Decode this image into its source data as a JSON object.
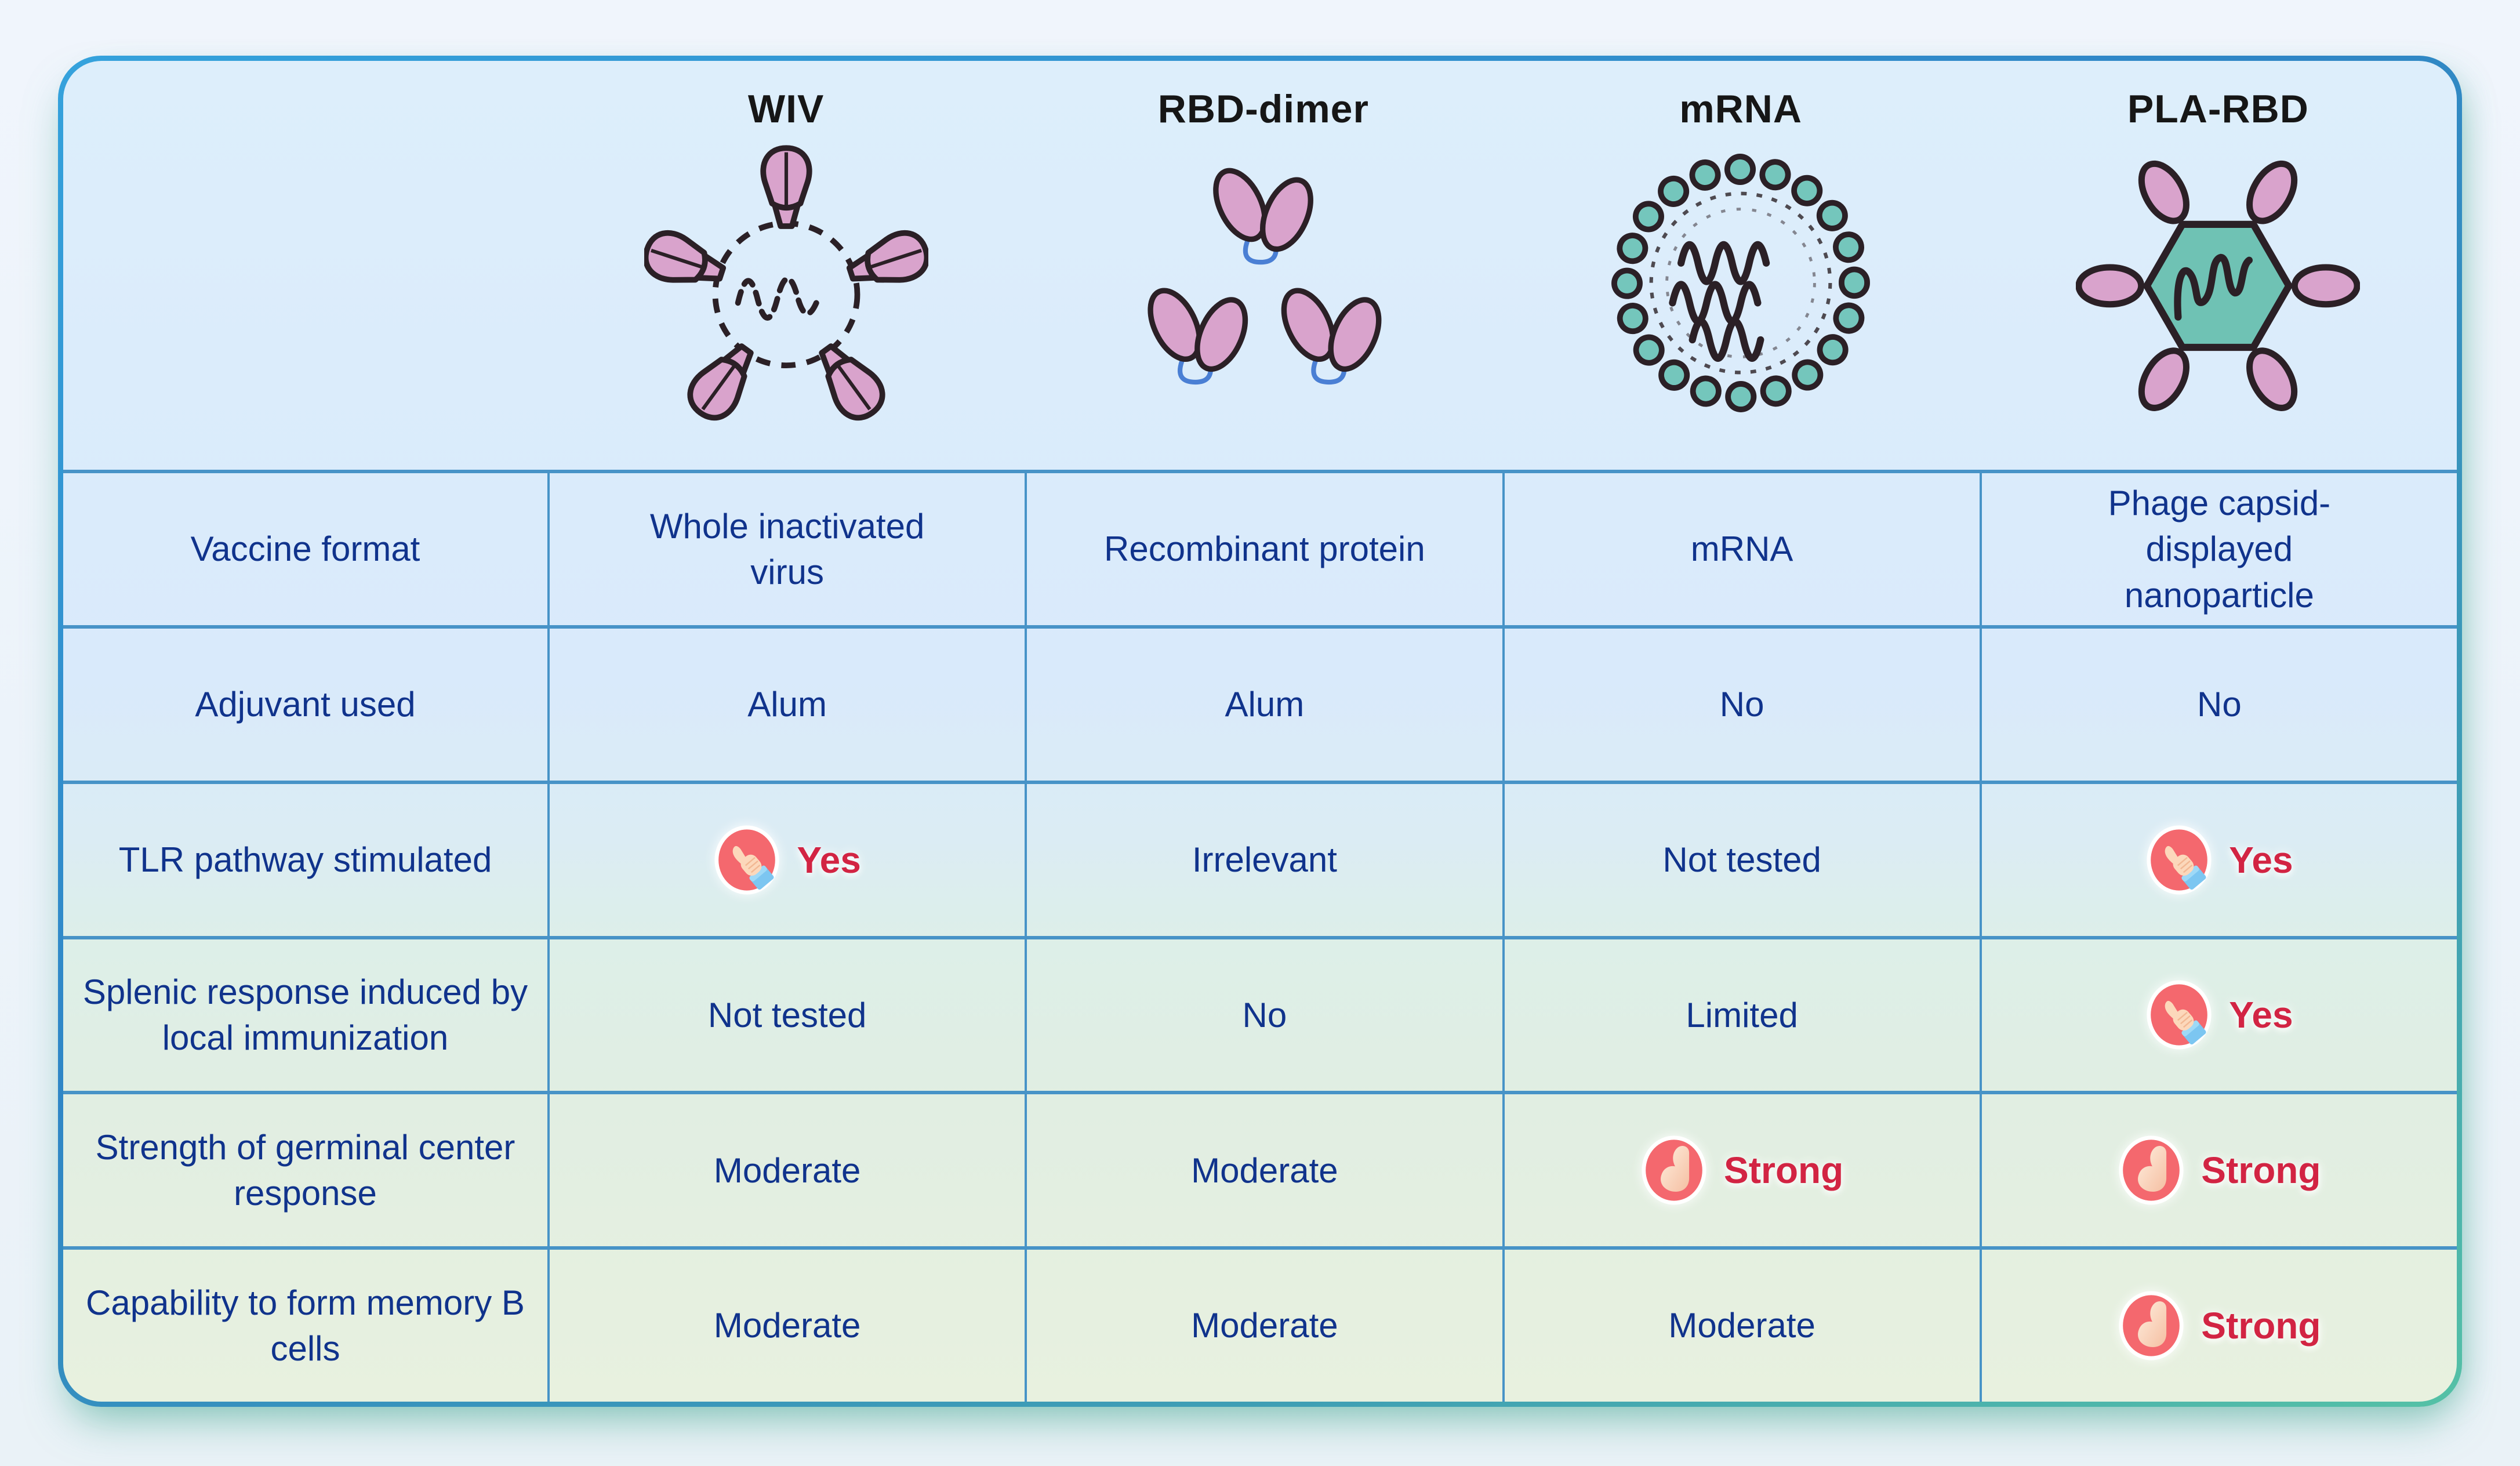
{
  "table": {
    "columns": [
      {
        "label": "WIV",
        "icon": "wiv-virion-icon"
      },
      {
        "label": "RBD-dimer",
        "icon": "rbd-dimer-icon"
      },
      {
        "label": "mRNA",
        "icon": "mrna-lnp-icon"
      },
      {
        "label": "PLA-RBD",
        "icon": "pla-rbd-nanoparticle-icon"
      }
    ],
    "rows": [
      {
        "label": "Vaccine format",
        "cells": [
          {
            "text": "Whole inactivated virus"
          },
          {
            "text": "Recombinant protein"
          },
          {
            "text": "mRNA"
          },
          {
            "text": "Phage capsid-displayed nanoparticle"
          }
        ]
      },
      {
        "label": "Adjuvant used",
        "cells": [
          {
            "text": "Alum"
          },
          {
            "text": "Alum"
          },
          {
            "text": "No"
          },
          {
            "text": "No"
          }
        ]
      },
      {
        "label": "TLR pathway stimulated",
        "cells": [
          {
            "text": "Yes",
            "icon": "thumbs-up",
            "emphasis": true
          },
          {
            "text": "Irrelevant"
          },
          {
            "text": "Not tested"
          },
          {
            "text": "Yes",
            "icon": "thumbs-up",
            "emphasis": true
          }
        ]
      },
      {
        "label": "Splenic response induced by local immunization",
        "cells": [
          {
            "text": "Not tested"
          },
          {
            "text": "No"
          },
          {
            "text": "Limited"
          },
          {
            "text": "Yes",
            "icon": "thumbs-up",
            "emphasis": true
          }
        ]
      },
      {
        "label": "Strength of germinal center response",
        "cells": [
          {
            "text": "Moderate"
          },
          {
            "text": "Moderate"
          },
          {
            "text": "Strong",
            "icon": "flexed-biceps",
            "emphasis": true
          },
          {
            "text": "Strong",
            "icon": "flexed-biceps",
            "emphasis": true
          }
        ]
      },
      {
        "label": "Capability to form memory B cells",
        "cells": [
          {
            "text": "Moderate"
          },
          {
            "text": "Moderate"
          },
          {
            "text": "Moderate"
          },
          {
            "text": "Strong",
            "icon": "flexed-biceps",
            "emphasis": true
          }
        ]
      }
    ]
  },
  "colors": {
    "panel_border_blue": "#2f86c6",
    "panel_border_teal": "#55c1a6",
    "grid_line": "#4793c7",
    "cell_text_navy": "#10338c",
    "header_text": "#161616",
    "emphasis_red": "#d22443",
    "antigen_pink": "#d9a3cc",
    "capsid_teal": "#6fc2b4",
    "badge_red": "#f4686e",
    "sleeve_blue": "#7cc6f1",
    "skin": "#fcd8bb",
    "row_bg_blue": "#d9eafb",
    "row_bg_mint": "#ddefe8",
    "row_bg_sage": "#e8f1df"
  }
}
